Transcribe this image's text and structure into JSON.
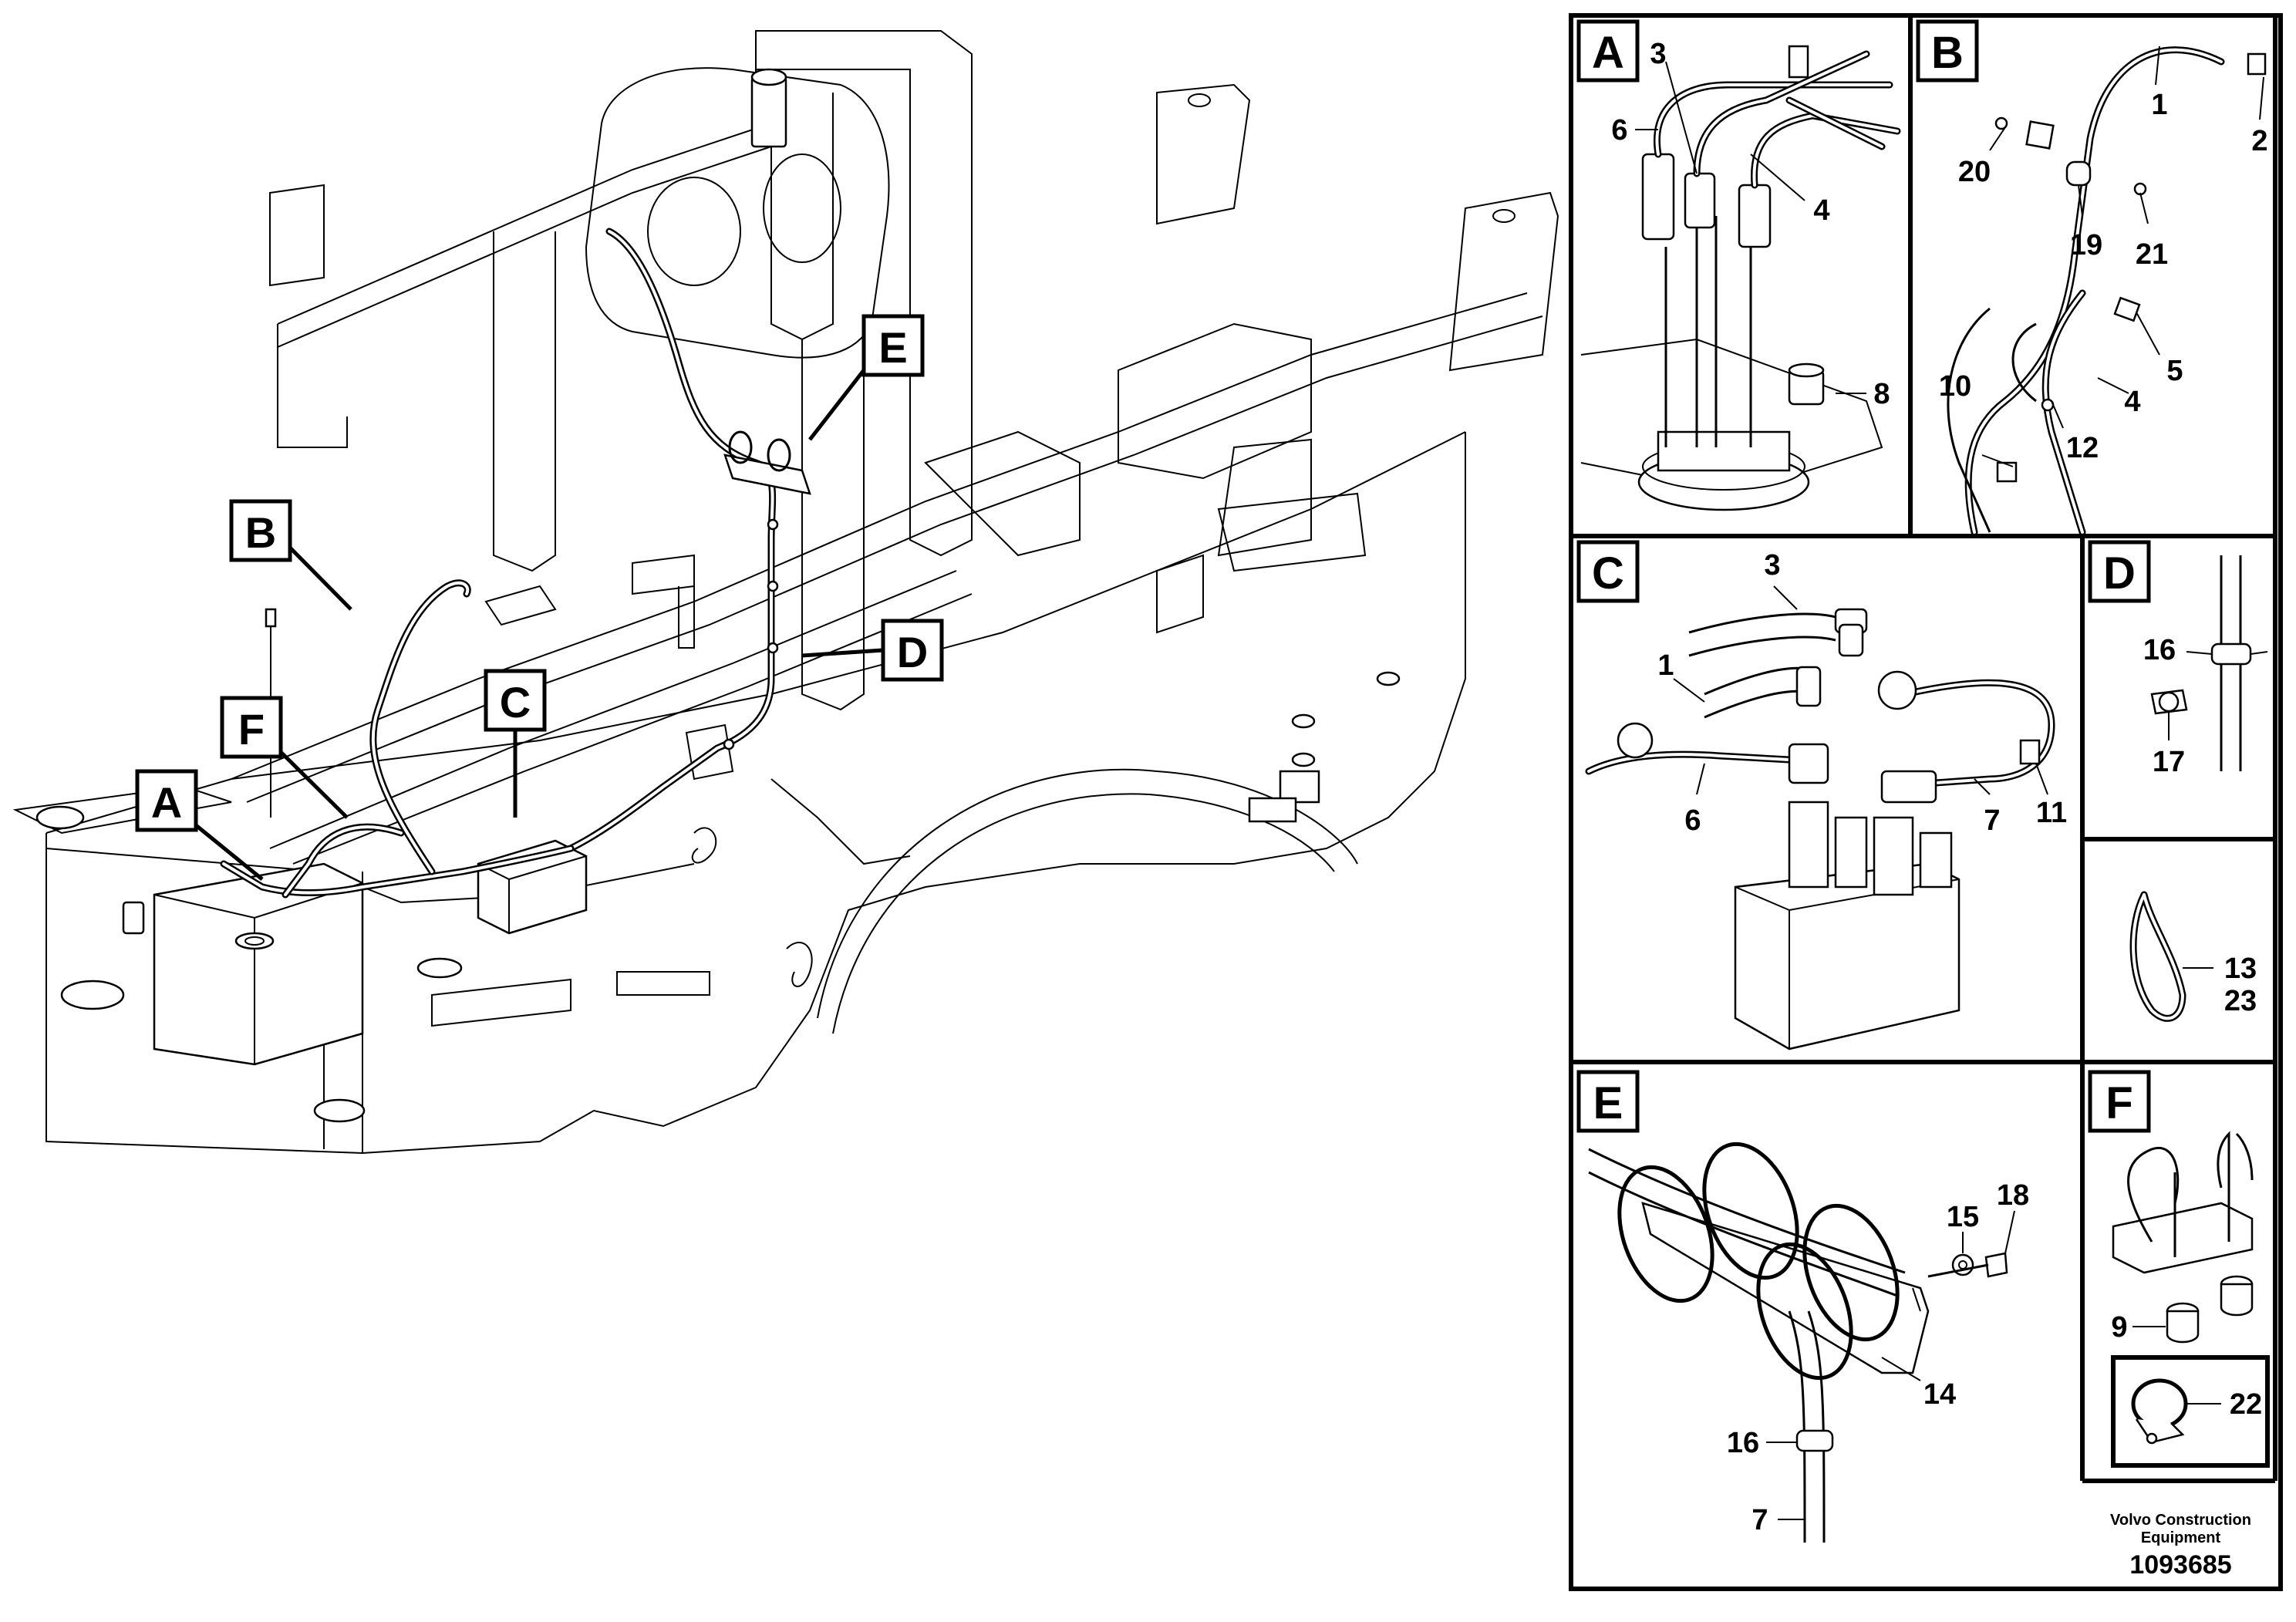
{
  "callouts": [
    "A",
    "B",
    "C",
    "D",
    "E",
    "F"
  ],
  "panels": {
    "A": {
      "letter": "A",
      "labels": [
        "3",
        "6",
        "4",
        "8"
      ]
    },
    "B": {
      "letter": "B",
      "labels": [
        "1",
        "2",
        "20",
        "19",
        "21",
        "5",
        "10",
        "4",
        "12"
      ]
    },
    "C": {
      "letter": "C",
      "labels": [
        "3",
        "1",
        "6",
        "7",
        "11"
      ]
    },
    "D": {
      "letter": "D",
      "labels": [
        "16",
        "17"
      ]
    },
    "G": {
      "labels": [
        "13",
        "23"
      ]
    },
    "E": {
      "letter": "E",
      "labels": [
        "15",
        "18",
        "14",
        "16",
        "7"
      ]
    },
    "F": {
      "letter": "F",
      "labels": [
        "9",
        "22"
      ]
    }
  },
  "footer": {
    "company_line1": "Volvo Construction",
    "company_line2": "Equipment",
    "drawing_number": "1093685"
  }
}
